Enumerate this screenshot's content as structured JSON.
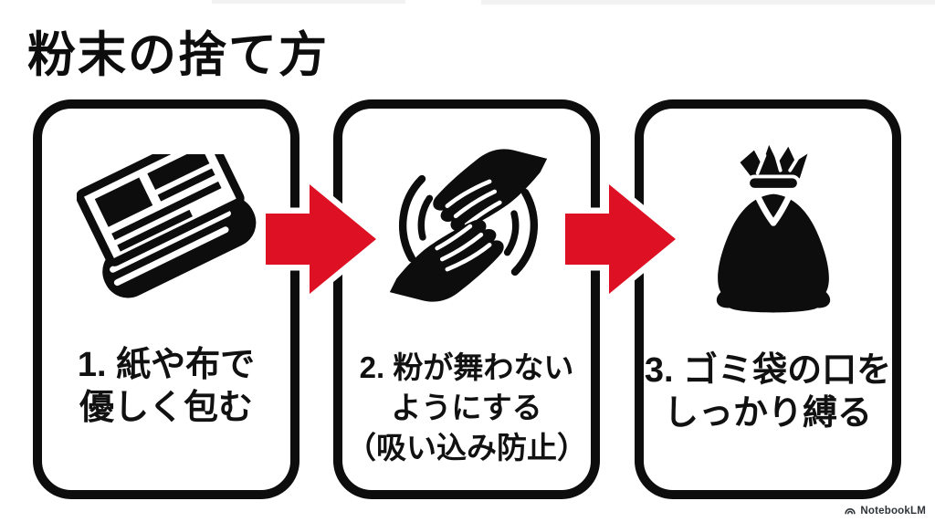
{
  "page": {
    "title": "粉末の捨て方",
    "background": "#ffffff",
    "ink_color": "#0d0d0d",
    "accent_red": "#dd1123"
  },
  "steps": [
    {
      "icon": "newspaper-icon",
      "lines": [
        "1. 紙や布で",
        "優しく包む"
      ]
    },
    {
      "icon": "hands-icon",
      "lines": [
        "2. 粉が舞わない",
        "ようにする",
        "（吸い込み防止）"
      ]
    },
    {
      "icon": "trash-bag-icon",
      "lines": [
        "3. ゴミ袋の口を",
        "しっかり縛る"
      ]
    }
  ],
  "arrows": [
    {
      "name": "arrow-1",
      "direction": "right"
    },
    {
      "name": "arrow-2",
      "direction": "right"
    }
  ],
  "watermark": {
    "label": "NotebookLM"
  }
}
